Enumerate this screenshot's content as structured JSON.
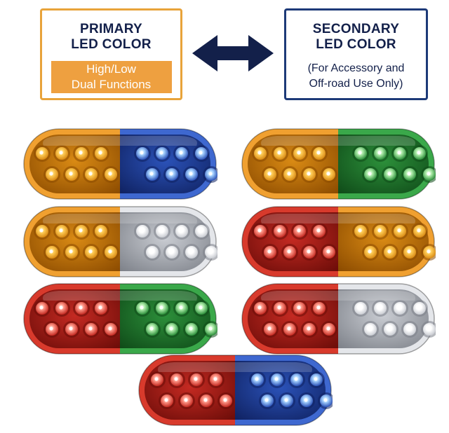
{
  "primary": {
    "title_line1": "PRIMARY",
    "title_line2": "LED COLOR",
    "badge_line1": "High/Low",
    "badge_line2": "Dual Functions",
    "border_color": "#e8a33a",
    "badge_color": "#eea040"
  },
  "secondary": {
    "title_line1": "SECONDARY",
    "title_line2": "LED COLOR",
    "note_line1": "(For Accessory and",
    "note_line2": "Off-road Use Only)",
    "border_color": "#1d3a78"
  },
  "arrow": {
    "icon": "double-arrow-icon",
    "color": "#13204a"
  },
  "lights": [
    {
      "left": "amber",
      "right": "blue"
    },
    {
      "left": "amber",
      "right": "green"
    },
    {
      "left": "amber",
      "right": "clear"
    },
    {
      "left": "red",
      "right": "amber"
    },
    {
      "left": "red",
      "right": "green"
    },
    {
      "left": "red",
      "right": "clear"
    },
    {
      "left": "red",
      "right": "blue"
    }
  ],
  "palette": {
    "amber": {
      "base": "#d98a14",
      "dark": "#8a4a00",
      "led": "#ffcf5a",
      "rim": "#f0a030"
    },
    "blue": {
      "base": "#2b52b8",
      "dark": "#0f2160",
      "led": "#a8d4ff",
      "rim": "#3e68d0"
    },
    "green": {
      "base": "#2c8f3a",
      "dark": "#0f4a18",
      "led": "#b5f0b0",
      "rim": "#3aa84a"
    },
    "clear": {
      "base": "#c9ccd2",
      "dark": "#7c8088",
      "led": "#ffffff",
      "rim": "#e4e6ea"
    },
    "red": {
      "base": "#c42a22",
      "dark": "#6a0c08",
      "led": "#ff9a8a",
      "rim": "#d83a2c"
    }
  }
}
